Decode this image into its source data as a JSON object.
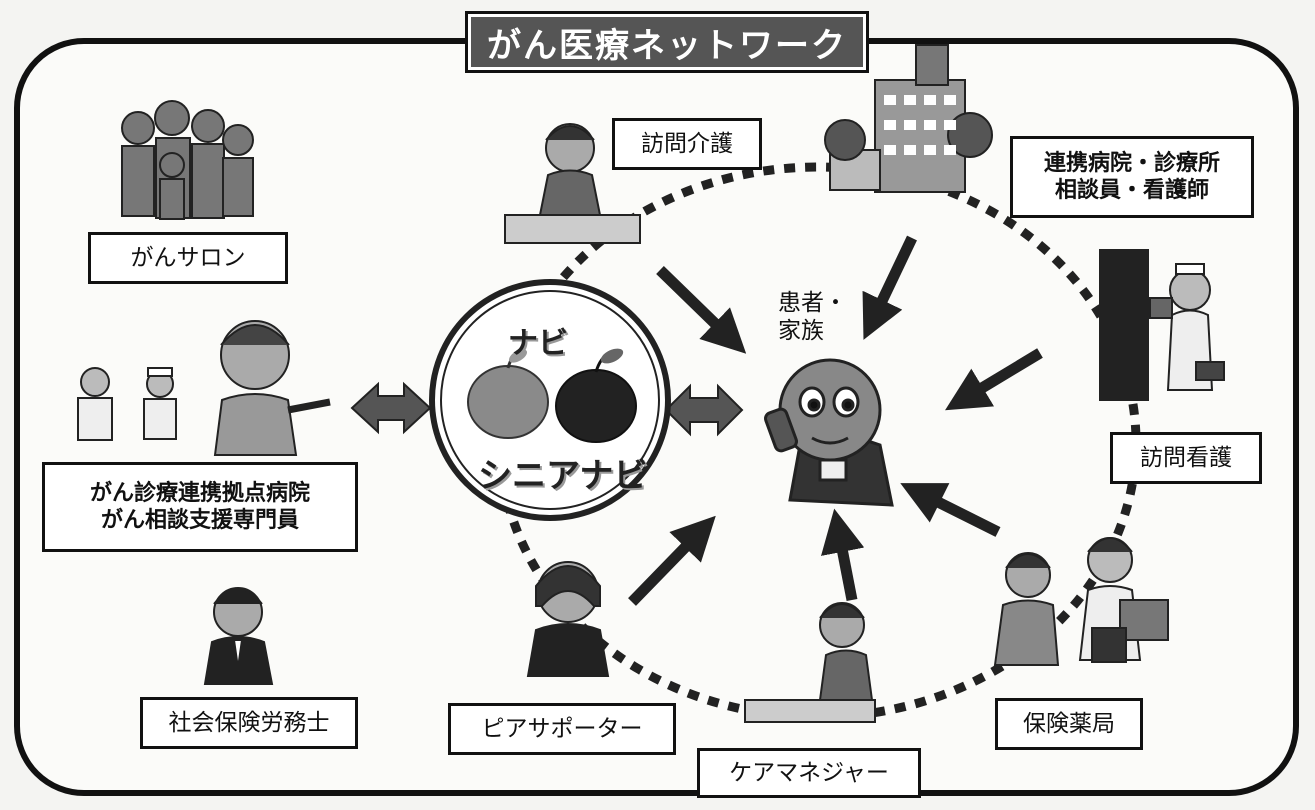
{
  "title": "がん医療ネットワーク",
  "center": {
    "patient": "患者・\n家族",
    "navi_top": "ナビ",
    "navi_bottom": "シニアナビ"
  },
  "nodes": {
    "salon": "がんサロン",
    "hospital_line1": "がん診療連携拠点病院",
    "hospital_line2": "がん相談支援専門員",
    "labor_consultant": "社会保険労務士",
    "peer_supporter": "ピアサポーター",
    "care_manager": "ケアマネジャー",
    "pharmacy": "保険薬局",
    "visiting_nurse": "訪問看護",
    "clinic_line1": "連携病院・診療所",
    "clinic_line2": "相談員・看護師",
    "home_care": "訪問介護"
  },
  "icons": [
    "family-icon",
    "doctor-nurse-icon",
    "counselor-icon",
    "businessman-icon",
    "caregiver-icon",
    "hospital-building-icon",
    "nurse-icon",
    "pharmacist-icon",
    "care-manager-icon",
    "peer-supporter-icon",
    "elderly-patient-icon",
    "apple-icon"
  ]
}
